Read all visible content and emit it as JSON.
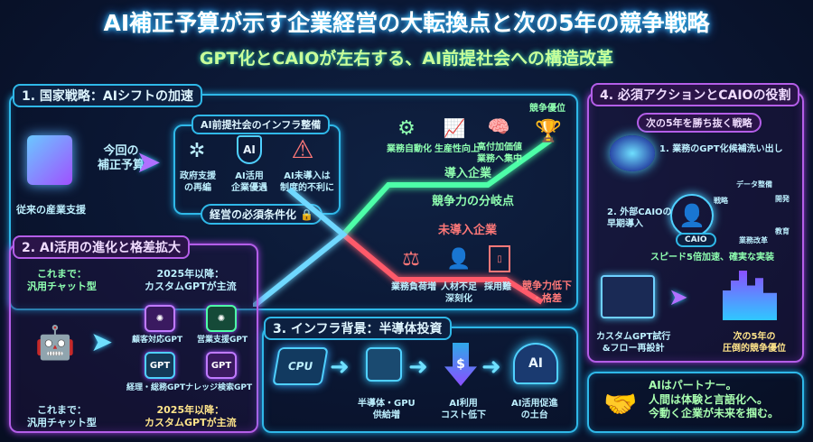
{
  "header": {
    "title": "AI補正予算が示す企業経営の大転換点と次の5年の競争戦略",
    "subtitle": "GPT化とCAIOが左右する、AI前提社会への構造改革"
  },
  "section1": {
    "title": "1. 国家戦略：AIシフトの加速",
    "legacy": "従来の産業支援",
    "budget_arrow": "今回の\n補正予算",
    "infra_title": "AI前提社会のインフラ整備",
    "items": [
      "政府支援\nの再編",
      "AI活用\n企業優遇",
      "AI未導入は\n制度的不利に"
    ],
    "shield_text": "AI",
    "footer": "経営の必須条件化"
  },
  "divergence": {
    "adopters_benefits": [
      "業務自動化",
      "生産性向上",
      "高付加価値\n業務へ集中"
    ],
    "goal": "競争優位",
    "adopters": "導入企業",
    "branch": "競争力の分岐点",
    "non_adopters": "未導入企業",
    "non_adopters_issues": [
      "業務負荷増",
      "人材不足\n深刻化",
      "採用難"
    ],
    "decline": "競争力低下\n・格差"
  },
  "section2": {
    "title": "2. AI活用の進化と格差拡大",
    "before_top": "これまで：\n汎用チャット型",
    "after_top": "2025年以降：\nカスタムGPTが主流",
    "gpts": [
      "顧客対応GPT",
      "営業支援GPT",
      "経理・総務GPT",
      "ナレッジ検索GPT"
    ],
    "chip_label": "GPT",
    "before_bottom": "これまで：\n汎用チャット型",
    "after_bottom": "2025年以降：\nカスタムGPTが主流"
  },
  "section3": {
    "title": "3. インフラ背景：半導体投資",
    "cpu": "CPU",
    "steps": [
      "半導体・GPU\n供給増",
      "AI利用\nコスト低下",
      "AI活用促進\nの土台"
    ],
    "dollar": "$",
    "ai": "AI"
  },
  "section4": {
    "title": "4. 必須アクションとCAIOの役割",
    "strategy": "次の5年を勝ち抜く戦略",
    "step1": "1. 業務のGPT化候補洗い出し",
    "step2": "2. 外部CAIOの\n早期導入",
    "caio": "CAIO",
    "roles": [
      "戦略",
      "データ整備",
      "開発",
      "教育",
      "業務改革"
    ],
    "speed": "スピード5倍加速、確実な実装",
    "custom": "カスタムGPT試行\n&フロー再設計",
    "advantage": "次の5年の\n圧倒的競争優位"
  },
  "closing": {
    "message": "AIはパートナー。\n人間は体験と言語化へ。\n今動く企業が未来を掴む。"
  }
}
